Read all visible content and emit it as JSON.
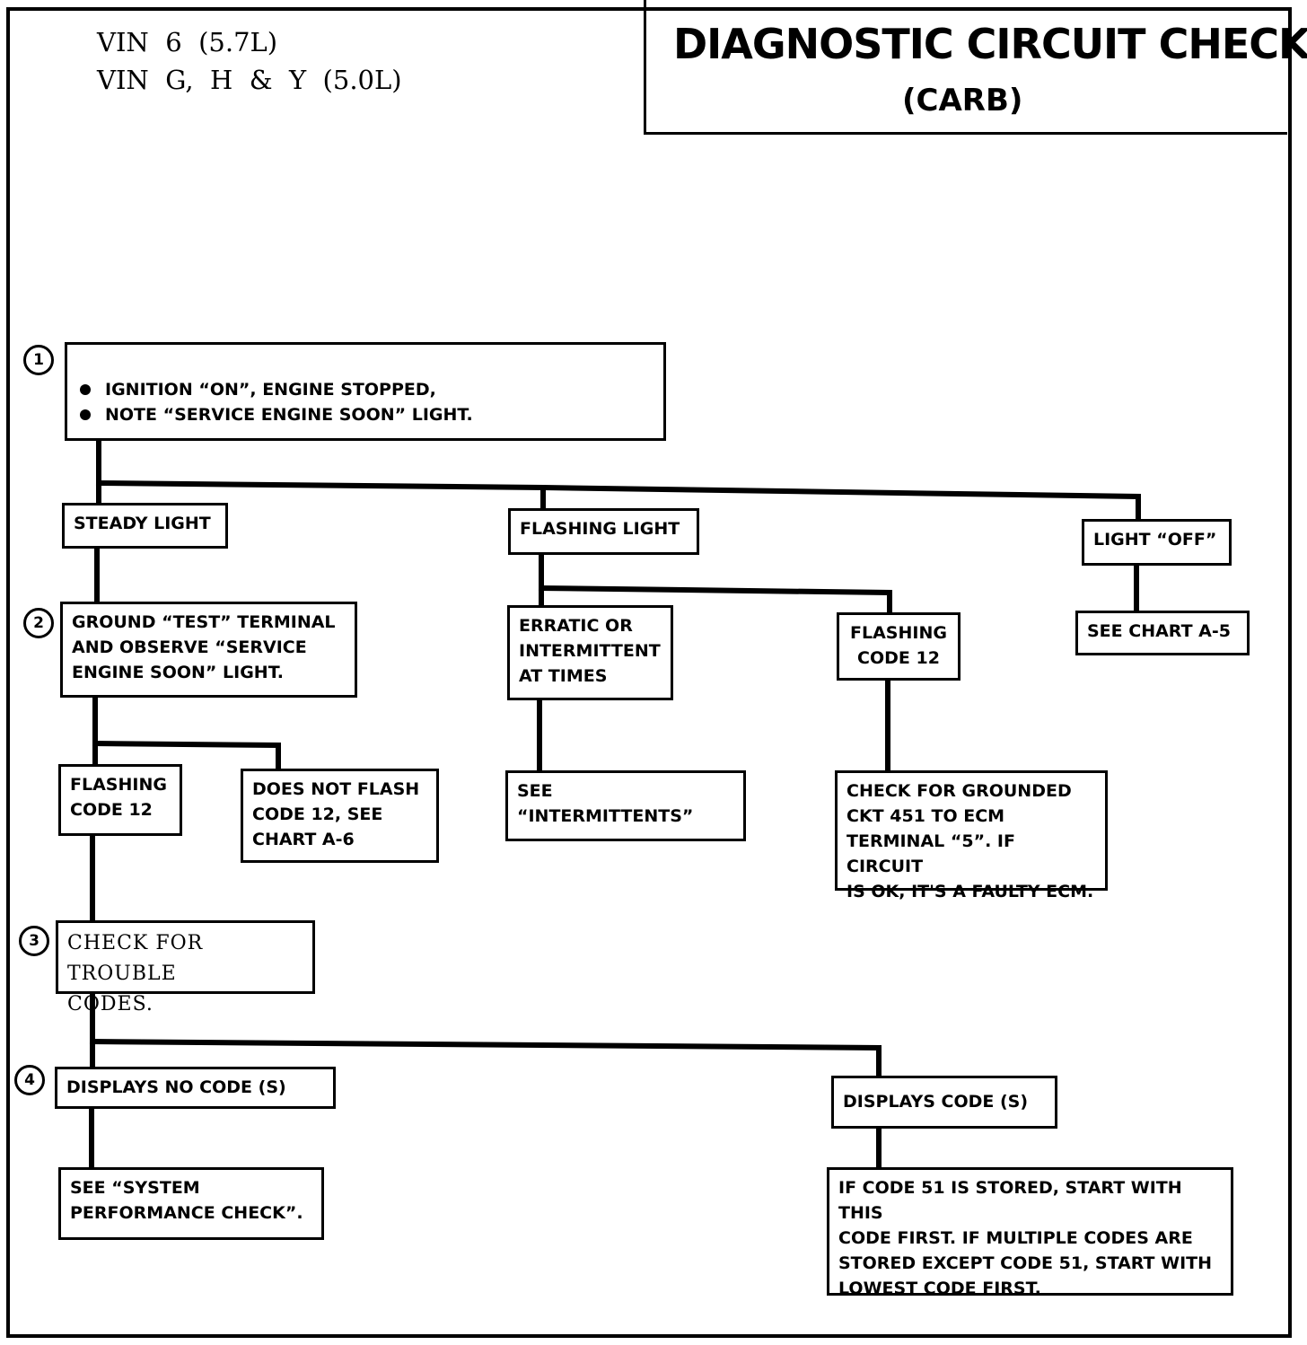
{
  "header": {
    "vin_line_1": "VIN  6  (5.7L)",
    "vin_line_2": "VIN  G,  H  &  Y  (5.0L)",
    "title": "DIAGNOSTIC CIRCUIT CHECK",
    "subtitle": "(CARB)"
  },
  "steps": {
    "step1": "1",
    "step2": "2",
    "step3": "3",
    "step4": "4"
  },
  "boxes": {
    "start": [
      "IGNITION “ON”, ENGINE STOPPED,",
      "NOTE “SERVICE ENGINE SOON” LIGHT."
    ],
    "steady_light": "STEADY LIGHT",
    "flashing_light": "FLASHING LIGHT",
    "light_off": "LIGHT “OFF”",
    "ground_test": "GROUND “TEST” TERMINAL\nAND OBSERVE “SERVICE\nENGINE SOON” LIGHT.",
    "erratic": "ERRATIC OR\nINTERMITTENT\nAT TIMES",
    "flashing_code12_right": "FLASHING\nCODE 12",
    "see_chart_a5": "SEE CHART A-5",
    "flashing_code12_left": "FLASHING\nCODE 12",
    "does_not_flash": "DOES NOT FLASH\nCODE 12,  SEE\nCHART A-6",
    "see_intermittents": "SEE “INTERMITTENTS”",
    "check_grounded": "CHECK FOR GROUNDED\nCKT  451 TO ECM\nTERMINAL “5”.  IF CIRCUIT\nIS OK, IT'S A  FAULTY ECM.",
    "check_trouble": "CHECK  FOR  TROUBLE\nCODES.",
    "displays_no_code": "DISPLAYS    NO CODE (S)",
    "displays_code": "DISPLAYS CODE (S)",
    "see_system_perf": "SEE “SYSTEM\nPERFORMANCE CHECK”.",
    "if_code_51": "IF CODE 51 IS STORED, START WITH THIS\nCODE FIRST.  IF MULTIPLE CODES ARE\nSTORED EXCEPT CODE 51, START WITH\nLOWEST CODE FIRST."
  }
}
